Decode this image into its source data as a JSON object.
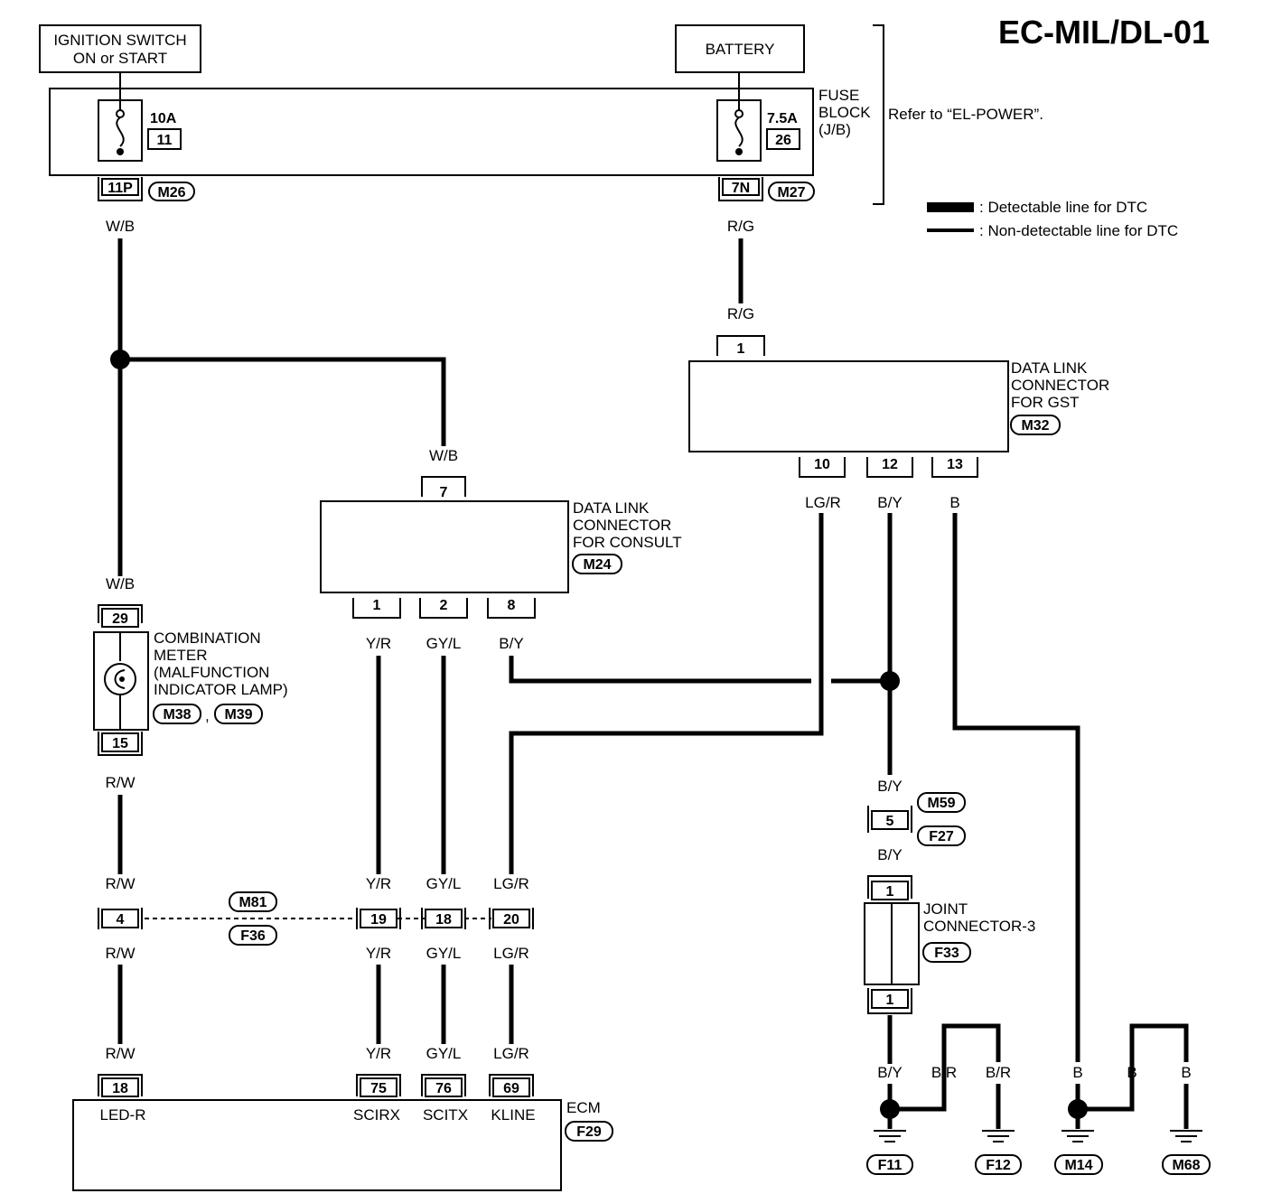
{
  "title": "EC-MIL/DL-01",
  "top": {
    "ignition_line1": "IGNITION SWITCH",
    "ignition_line2": "ON or START",
    "battery": "BATTERY",
    "fuse_block_line1": "FUSE",
    "fuse_block_line2": "BLOCK",
    "fuse_block_line3": "(J/B)",
    "refer_note": "Refer to “EL-POWER”.",
    "fuse_left_amp": "10A",
    "fuse_left_num": "11",
    "fuse_right_amp": "7.5A",
    "fuse_right_num": "26",
    "conn_left": "11P",
    "conn_left_id": "M26",
    "conn_right": "7N",
    "conn_right_id": "M27"
  },
  "legend": {
    "detectable": ": Detectable line for DTC",
    "non_detectable": ": Non-detectable line for DTC"
  },
  "wire_colors": {
    "wb": "W/B",
    "rg": "R/G",
    "rw": "R/W",
    "yr": "Y/R",
    "gyl": "GY/L",
    "lgr": "LG/R",
    "by": "B/Y",
    "b": "B",
    "br": "B/R"
  },
  "gst": {
    "line1": "DATA LINK",
    "line2": "CONNECTOR",
    "line3": "FOR GST",
    "id": "M32",
    "pin_top": "1",
    "pin_a": "10",
    "pin_b": "12",
    "pin_c": "13"
  },
  "consult": {
    "line1": "DATA LINK",
    "line2": "CONNECTOR",
    "line3": "FOR CONSULT",
    "id": "M24",
    "pin_top": "7",
    "pin_a": "1",
    "pin_b": "2",
    "pin_c": "8"
  },
  "meter": {
    "line1": "COMBINATION",
    "line2": "METER",
    "line3": "(MALFUNCTION",
    "line4": "INDICATOR LAMP)",
    "id1": "M38",
    "sep": ",",
    "id2": "M39",
    "pin_top": "29",
    "pin_bottom": "15"
  },
  "inline_conn": {
    "id_top": "M81",
    "id_bottom": "F36",
    "pin_a": "4",
    "pin_b": "19",
    "pin_c": "18",
    "pin_d": "20"
  },
  "ecm": {
    "label": "ECM",
    "id": "F29",
    "pin_a": "18",
    "pin_b": "75",
    "pin_c": "76",
    "pin_d": "69",
    "term_a": "LED-R",
    "term_b": "SCIRX",
    "term_c": "SCITX",
    "term_d": "KLINE"
  },
  "m59": {
    "id_top": "M59",
    "pin": "5",
    "id_bottom": "F27"
  },
  "joint": {
    "line1": "JOINT",
    "line2": "CONNECTOR-3",
    "id": "F33",
    "pin_top": "1",
    "pin_bottom": "1"
  },
  "grounds": {
    "g1": "F11",
    "g2": "F12",
    "g3": "M14",
    "g4": "M68"
  }
}
